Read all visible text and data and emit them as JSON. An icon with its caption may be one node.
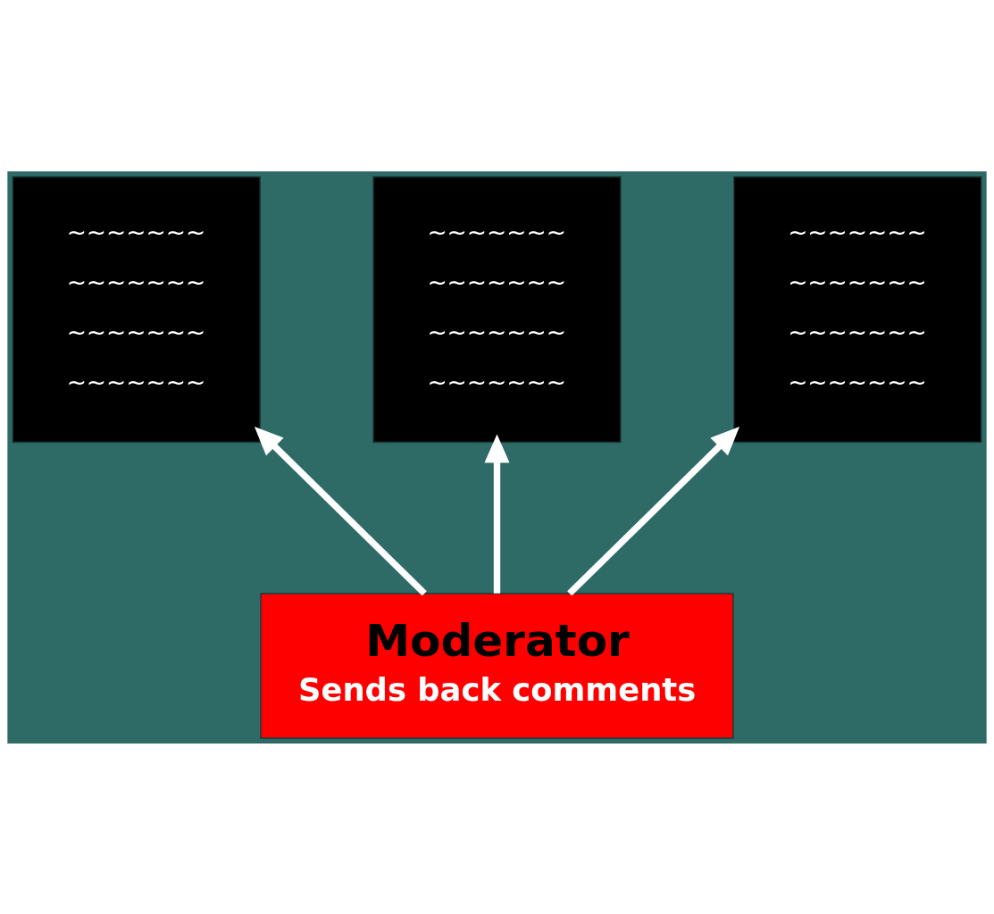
{
  "diagram": {
    "nodes": [
      {
        "text": [
          "~~~~~~~",
          "~~~~~~~",
          "~~~~~~~",
          "~~~~~~~"
        ]
      },
      {
        "text": [
          "~~~~~~~",
          "~~~~~~~",
          "~~~~~~~",
          "~~~~~~~"
        ]
      },
      {
        "text": [
          "~~~~~~~",
          "~~~~~~~",
          "~~~~~~~",
          "~~~~~~~"
        ]
      },
      {
        "text": [
          "Moderator",
          "Sends back comments"
        ]
      }
    ],
    "edges": [
      {
        "from": 3,
        "to": 2,
        "arrow": "to"
      },
      {
        "from": 3,
        "to": 0,
        "arrow": "to"
      },
      {
        "from": 3,
        "to": 1,
        "arrow": "to"
      }
    ]
  }
}
